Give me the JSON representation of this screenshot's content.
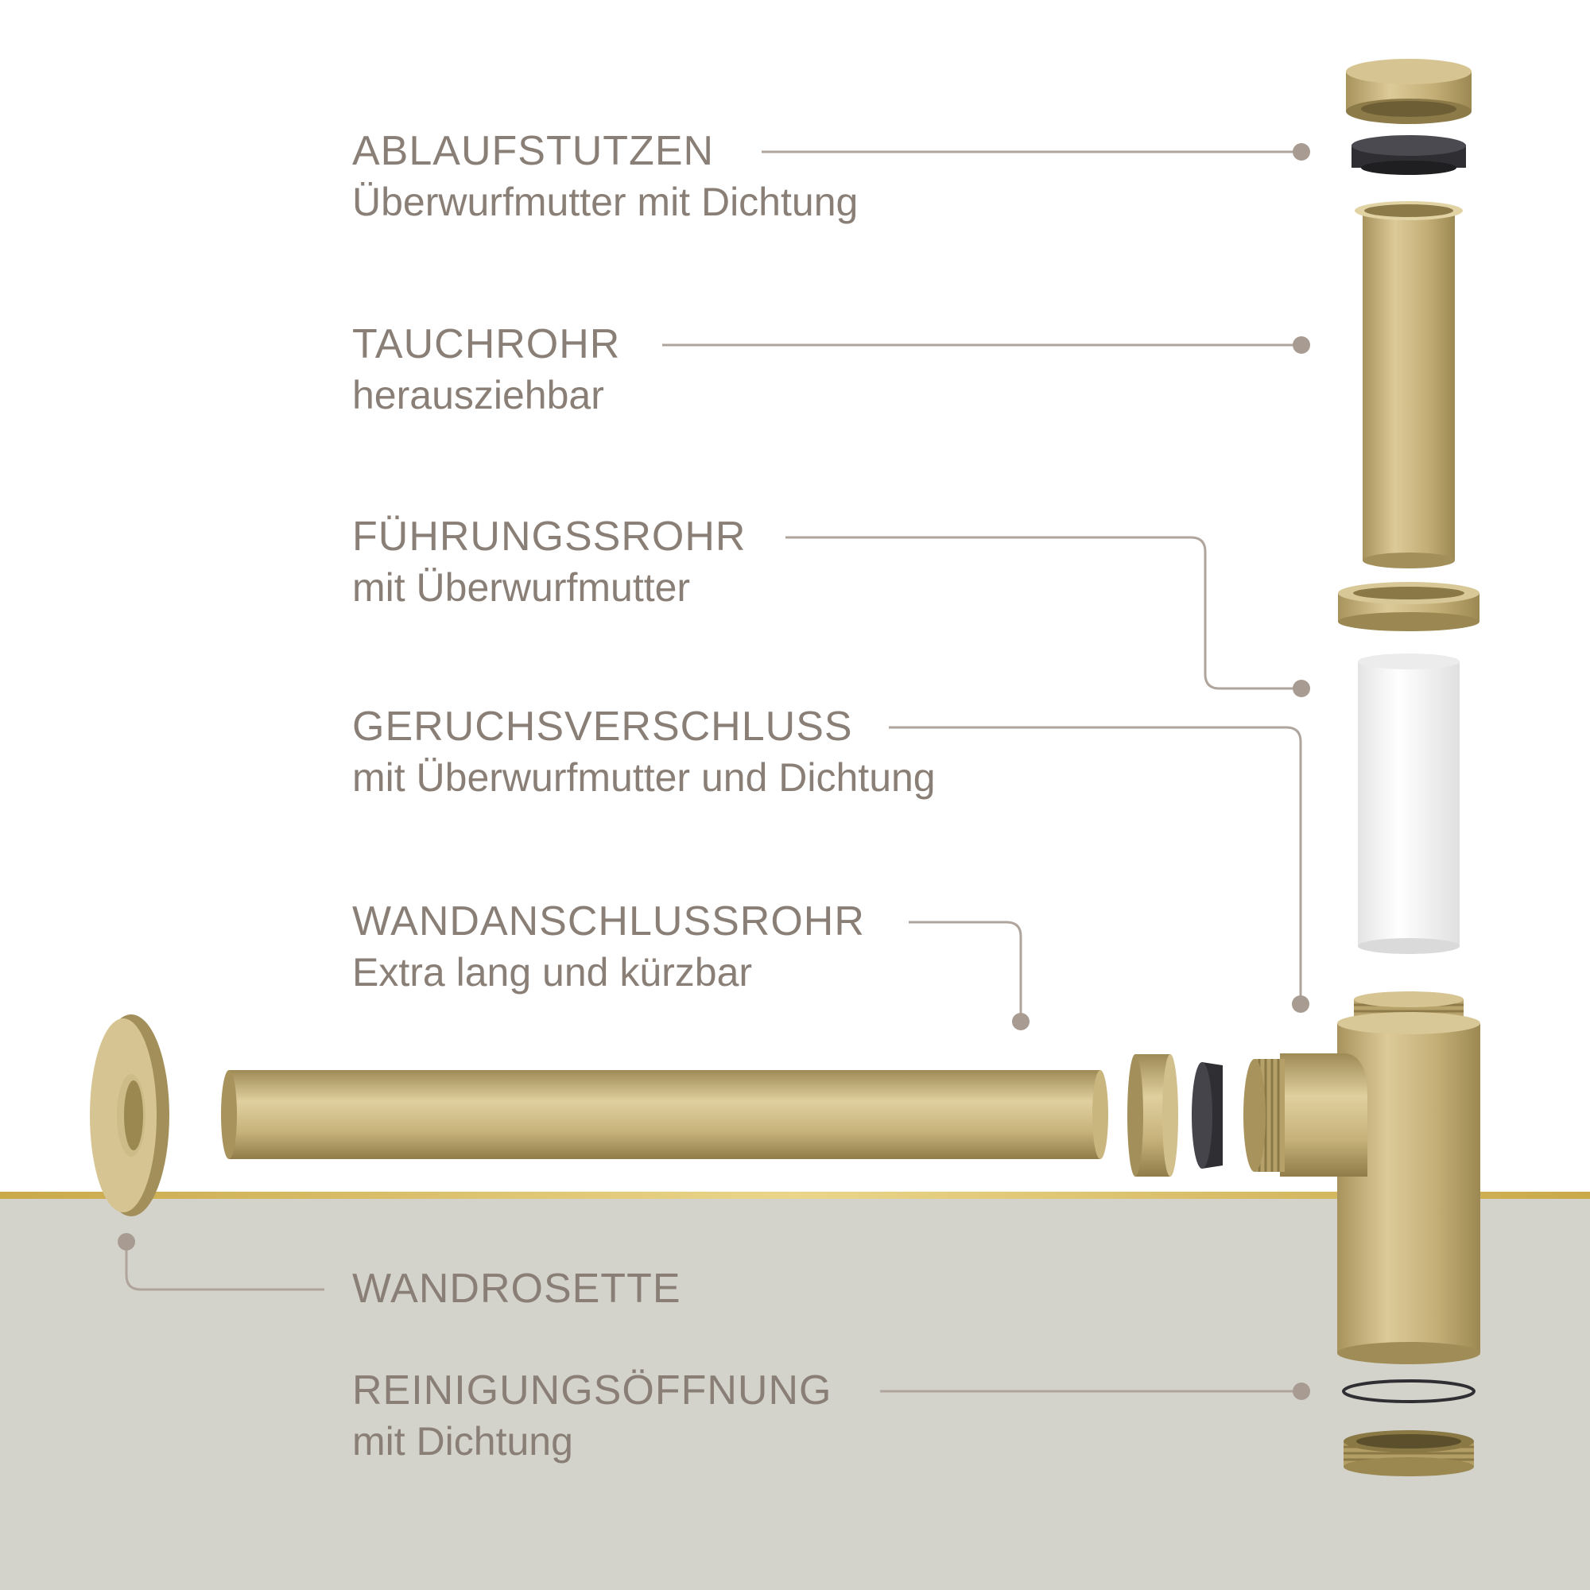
{
  "labels": [
    {
      "title": "ABLAUFSTUTZEN",
      "subtitle": "Überwurfmutter mit Dichtung"
    },
    {
      "title": "TAUCHROHR",
      "subtitle": "herausziehbar"
    },
    {
      "title": "FÜHRUNGSSROHR",
      "subtitle": "mit Überwurfmutter"
    },
    {
      "title": "GERUCHSVERSCHLUSS",
      "subtitle": "mit Überwurfmutter und Dichtung"
    },
    {
      "title": "WANDANSCHLUSSROHR",
      "subtitle": "Extra lang und kürzbar"
    },
    {
      "title": "WANDROSETTE",
      "subtitle": ""
    },
    {
      "title": "REINIGUNGSÖFFNUNG",
      "subtitle": "mit Dichtung"
    }
  ],
  "colors": {
    "background_top": "#ffffff",
    "background_bottom": "#d3d3cc",
    "accent_line": "#cfb35a",
    "label_text": "#8a7f76",
    "leader_line": "#b0a59c",
    "brass": "#c9b57e",
    "gasket": "#2f2f33",
    "white_pipe": "#f4f4f4"
  }
}
